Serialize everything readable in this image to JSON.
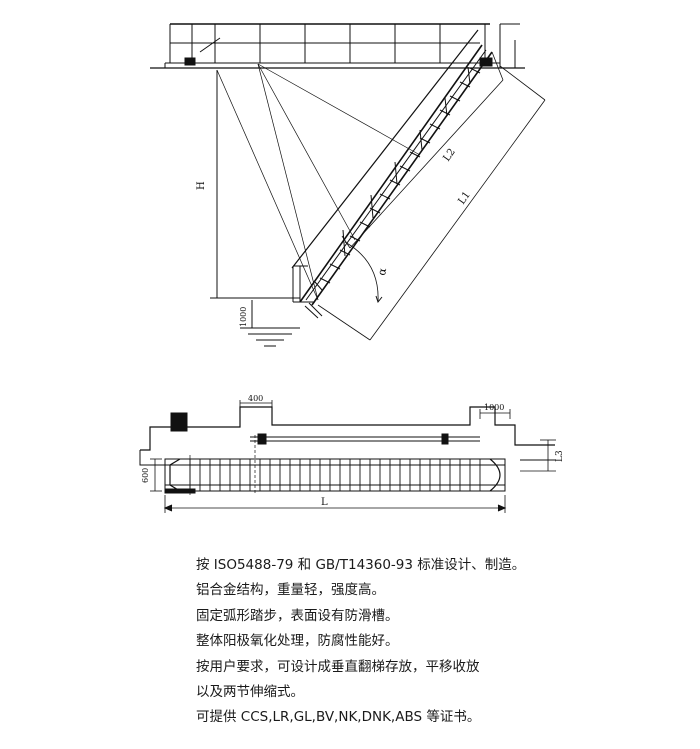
{
  "elevation": {
    "label_h": "H",
    "label_l1": "L1",
    "label_l2": "L2",
    "label_alpha": "α",
    "label_1000": "1000"
  },
  "plan": {
    "label_400": "400",
    "label_1000": "1000",
    "label_l3": "L3",
    "label_600": "600",
    "label_l": "L"
  },
  "specs": [
    "按 ISO5488-79 和 GB/T14360-93 标准设计、制造。",
    "铝合金结构，重量轻，强度高。",
    "固定弧形踏步，表面设有防滑槽。",
    "整体阳极氧化处理，防腐性能好。",
    "按用户要求，可设计成垂直翻梯存放，平移收放",
    "以及两节伸缩式。",
    "可提供 CCS,LR,GL,BV,NK,DNK,ABS 等证书。"
  ]
}
